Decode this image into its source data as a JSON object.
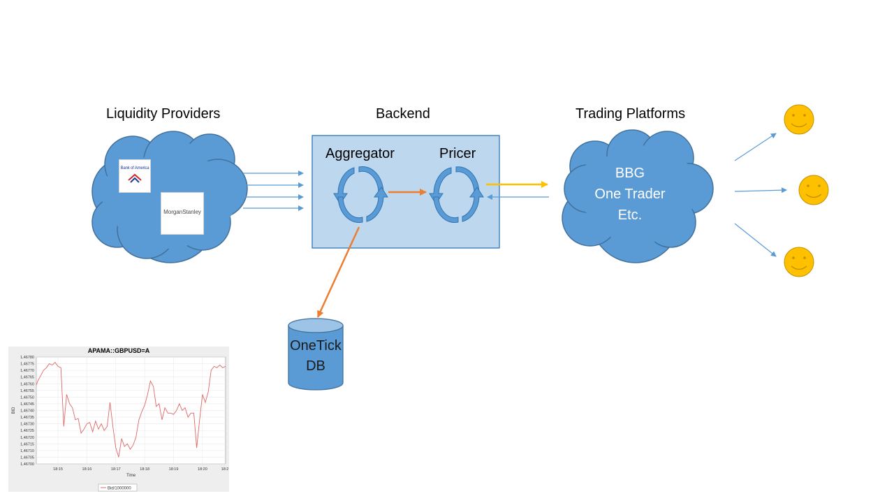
{
  "headings": {
    "liquidity_providers": "Liquidity Providers",
    "backend": "Backend",
    "trading_platforms": "Trading Platforms"
  },
  "backend_box": {
    "aggregator": "Aggregator",
    "pricer": "Pricer"
  },
  "logos": {
    "bank_of_america": "Bank of America",
    "morgan_stanley_left": "Morgan",
    "morgan_stanley_right": "Stanley"
  },
  "trading_cloud_lines": [
    "BBG",
    "One Trader",
    "Etc."
  ],
  "database": {
    "line1": "OneTick",
    "line2": "DB"
  },
  "colors": {
    "cloud_fill": "#5b9bd5",
    "cloud_stroke": "#41719c",
    "backend_fill": "#bdd7ee",
    "backend_stroke": "#2e75b6",
    "orange_arrow": "#ed7d31",
    "yellow_arrow": "#ffc000",
    "smiley_fill": "#ffc000",
    "chart_line": "#e06666"
  },
  "icons": [
    "cycle-arrows-icon",
    "smiley-face-icon",
    "database-cylinder-icon",
    "bank-of-america-flag-logo"
  ],
  "chart_data": {
    "type": "line",
    "title": "APAMA::GBPUSD=A",
    "ylabel": "BID",
    "xlabel": "Time",
    "legend": "Bid/1000000",
    "legend_position": "bottom",
    "grid": true,
    "y_ticks": [
      "1,46780",
      "1,46775",
      "1,46770",
      "1,46765",
      "1,46760",
      "1,46755",
      "1,46750",
      "1,46745",
      "1,46740",
      "1,46735",
      "1,46730",
      "1,46725",
      "1,46720",
      "1,46715",
      "1,46710",
      "1,46705",
      "1,46700"
    ],
    "x_ticks": [
      "18:15",
      "18:16",
      "18:17",
      "18:18",
      "18:19",
      "18:20",
      "18:2"
    ],
    "ylim": [
      1.467,
      1.4678
    ],
    "xlim": [
      "18:14:15",
      "18:20:48"
    ],
    "series": [
      {
        "x": [
          "18:14:15",
          "18:14:18",
          "18:14:24",
          "18:14:30",
          "18:14:36",
          "18:14:42",
          "18:14:48",
          "18:14:54",
          "18:15:00",
          "18:15:06",
          "18:15:12",
          "18:15:18",
          "18:15:24",
          "18:15:30",
          "18:15:36",
          "18:15:42",
          "18:15:48",
          "18:15:54",
          "18:16:00",
          "18:16:06",
          "18:16:12",
          "18:16:18",
          "18:16:24",
          "18:16:30",
          "18:16:36",
          "18:16:42",
          "18:16:48",
          "18:16:54",
          "18:17:00",
          "18:17:06",
          "18:17:12",
          "18:17:18",
          "18:17:24",
          "18:17:30",
          "18:17:36",
          "18:17:42",
          "18:17:48",
          "18:17:54",
          "18:18:00",
          "18:18:06",
          "18:18:12",
          "18:18:18",
          "18:18:24",
          "18:18:30",
          "18:18:36",
          "18:18:42",
          "18:18:48",
          "18:18:54",
          "18:19:00",
          "18:19:06",
          "18:19:12",
          "18:19:18",
          "18:19:24",
          "18:19:30",
          "18:19:36",
          "18:19:42",
          "18:19:48",
          "18:19:54",
          "18:20:00",
          "18:20:06",
          "18:20:12",
          "18:20:18",
          "18:20:24",
          "18:20:30",
          "18:20:36",
          "18:20:42",
          "18:20:48"
        ],
        "values": [
          1.46759,
          1.46762,
          1.46766,
          1.4677,
          1.46772,
          1.46775,
          1.46774,
          1.46776,
          1.46773,
          1.46772,
          1.46728,
          1.46752,
          1.46745,
          1.46742,
          1.46733,
          1.46734,
          1.46723,
          1.46726,
          1.4673,
          1.46731,
          1.46724,
          1.46732,
          1.46726,
          1.4673,
          1.46725,
          1.46728,
          1.46746,
          1.46728,
          1.46712,
          1.46705,
          1.46719,
          1.46713,
          1.46715,
          1.46711,
          1.46714,
          1.4672,
          1.46733,
          1.46739,
          1.46744,
          1.46752,
          1.46762,
          1.46758,
          1.46743,
          1.46745,
          1.46733,
          1.46742,
          1.46738,
          1.46738,
          1.46737,
          1.4674,
          1.46745,
          1.4674,
          1.46742,
          1.46735,
          1.46738,
          1.46738,
          1.46712,
          1.46733,
          1.46752,
          1.46746,
          1.46754,
          1.4677,
          1.46773,
          1.46772,
          1.46774,
          1.46772,
          1.46773
        ]
      }
    ]
  }
}
